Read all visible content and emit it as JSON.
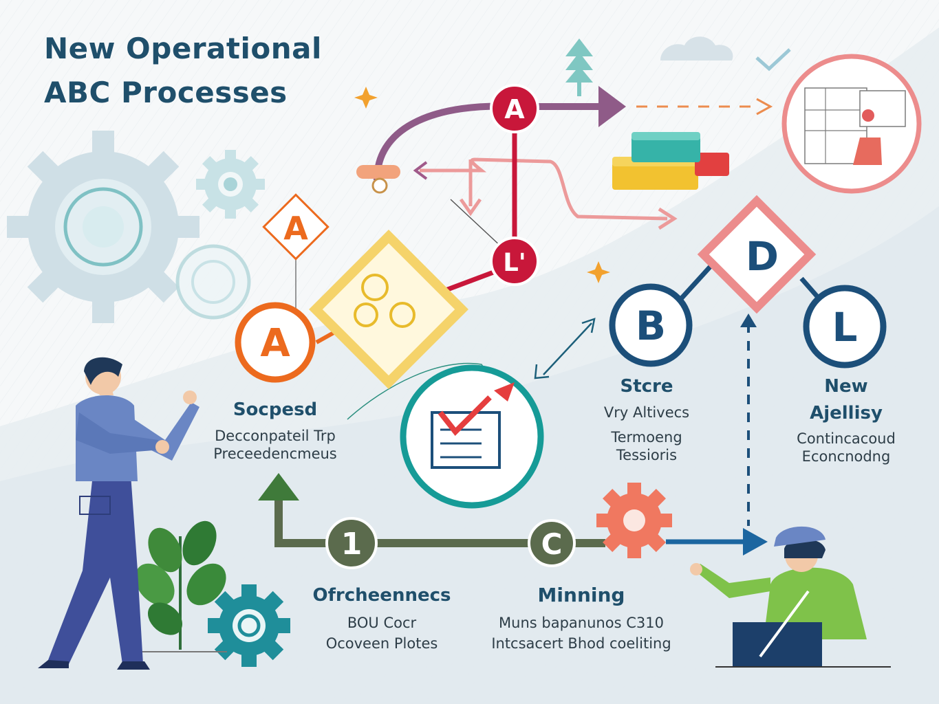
{
  "title": {
    "line1": "New Operational",
    "line2": "ABC Processes"
  },
  "nodes": {
    "top_a": "A",
    "mid_c": "ᒪ'",
    "left_diamond_a": "A",
    "left_circle_a": "A",
    "diamond_d": "D",
    "circle_b": "B",
    "circle_l": "L",
    "step_1": "1",
    "step_c": "C"
  },
  "labels": {
    "scoped": {
      "heading": "Socpesd",
      "line1": "Decconpateil Trp",
      "line2": "Preceedencmeus"
    },
    "store": {
      "heading": "Stcre",
      "line1": "Vry Altivecs",
      "line2": "Termoeng",
      "line3": "Tessioris"
    },
    "new_agility": {
      "heading1": "New",
      "heading2": "Ajellisy",
      "line1": "Contincacoud",
      "line2": "Econcnodng"
    },
    "orchestration": {
      "heading": "Ofrcheennecs",
      "line1": "BOU Cocr",
      "line2": "Ocoveen Plotes"
    },
    "mining": {
      "heading": "Minning",
      "line1": "Muns bapanunos C310",
      "line2": "Intcsacert Bhod coeliting"
    }
  },
  "colors": {
    "title": "#1f4f6b",
    "crimson": "#c8173a",
    "orange": "#ec6a1e",
    "yellow": "#f2c94c",
    "teal": "#169b97",
    "navy": "#1c4f7a",
    "pink": "#ec8c8c",
    "olive": "#5b6b4d",
    "coral": "#f07860",
    "purple": "#8f5b88",
    "green": "#3f7a3a"
  }
}
